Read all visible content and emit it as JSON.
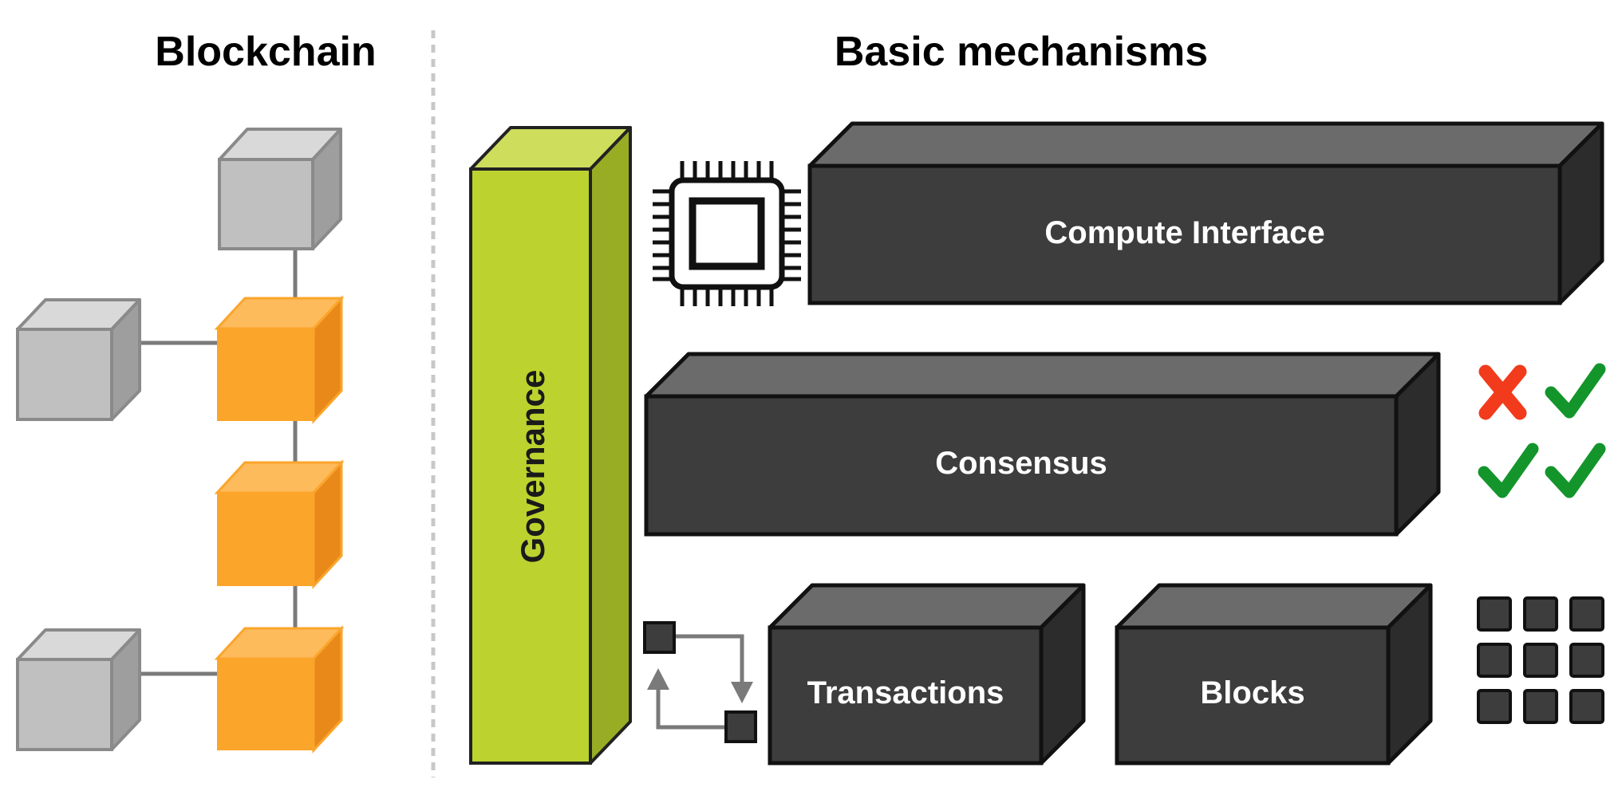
{
  "headings": {
    "left": "Blockchain",
    "right": "Basic mechanisms"
  },
  "mechanisms": {
    "governance": "Governance",
    "compute_interface": "Compute Interface",
    "consensus": "Consensus",
    "transactions": "Transactions",
    "blocks": "Blocks"
  },
  "colors": {
    "gray_cube": "#c0c0c0",
    "orange_cube": "#fba52b",
    "governance_green": "#bcd32f",
    "dark_box": "#3d3d3d",
    "check_green": "#14952b",
    "cross_red": "#f23b1c"
  },
  "icons": [
    "cpu-chip-icon",
    "vote-checks-icon",
    "swap-arrows-icon",
    "block-grid-icon"
  ]
}
